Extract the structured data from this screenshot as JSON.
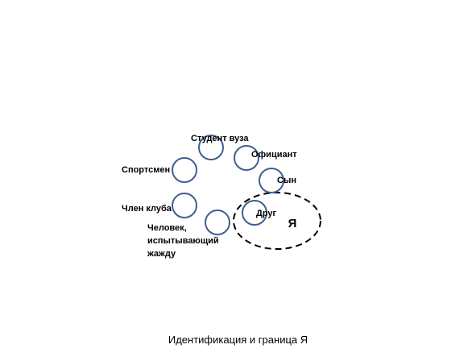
{
  "colors": {
    "circle_stroke": "#3f5f8f",
    "boundary_stroke": "#000000",
    "text": "#000000"
  },
  "roles": [
    {
      "id": "student",
      "label": "Студент вуза"
    },
    {
      "id": "waiter",
      "label": "Официант"
    },
    {
      "id": "son",
      "label": "Сын"
    },
    {
      "id": "friend",
      "label": "Друг"
    },
    {
      "id": "thirsty-person",
      "label": "Человек, испытывающий жажду",
      "lines": [
        "Человек,",
        "испытывающий",
        "жажду"
      ]
    },
    {
      "id": "club-member",
      "label": "Член клуба"
    },
    {
      "id": "sportsman",
      "label": "Спортсмен"
    }
  ],
  "self_label": "Я",
  "caption": "Идентификация и граница Я"
}
